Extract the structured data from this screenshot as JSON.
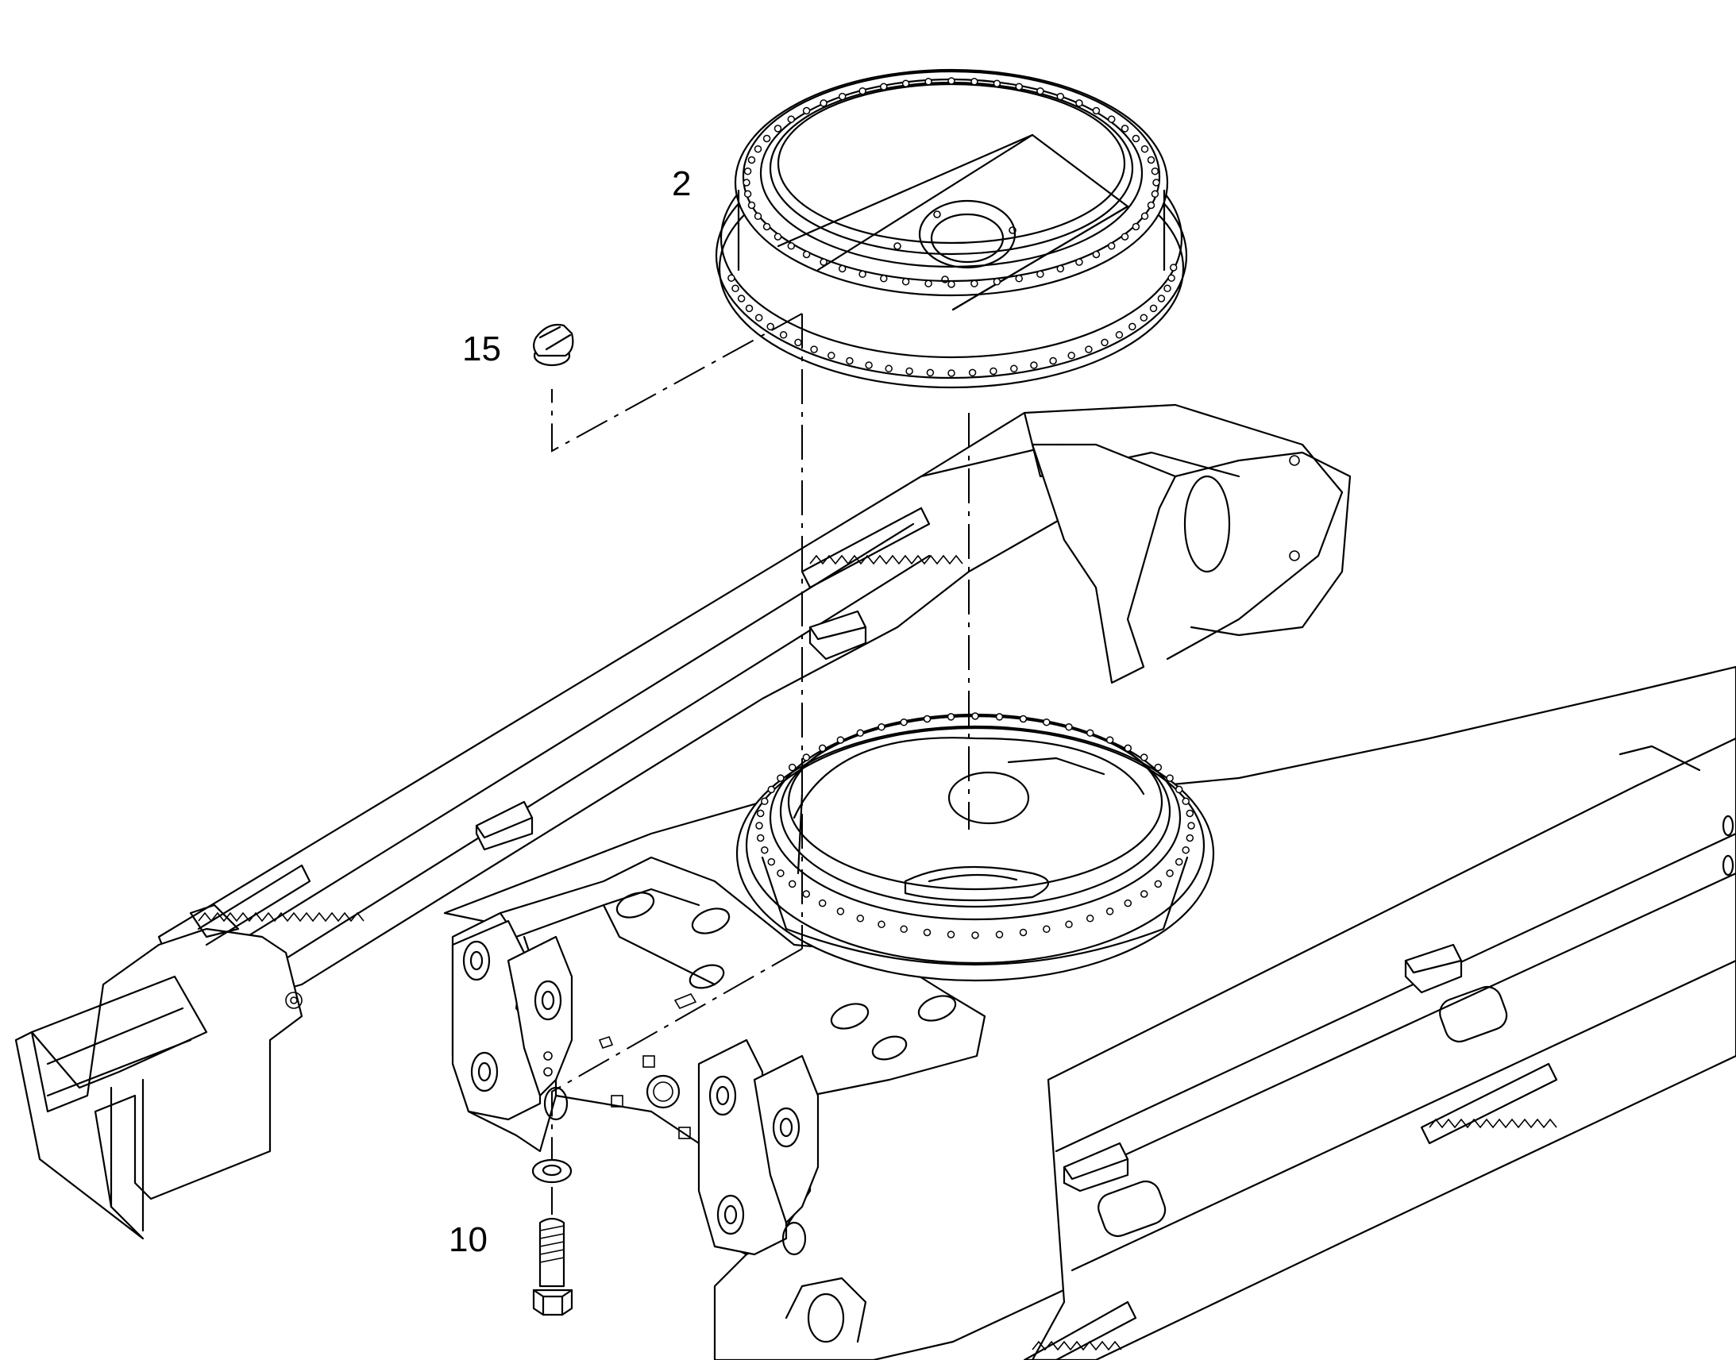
{
  "diagram": {
    "type": "exploded parts drawing",
    "callouts": [
      {
        "id": "part-2",
        "label": "2"
      },
      {
        "id": "part-15",
        "label": "15"
      },
      {
        "id": "part-10",
        "label": "10"
      }
    ],
    "line_color": "#000000",
    "background": "#ffffff"
  }
}
